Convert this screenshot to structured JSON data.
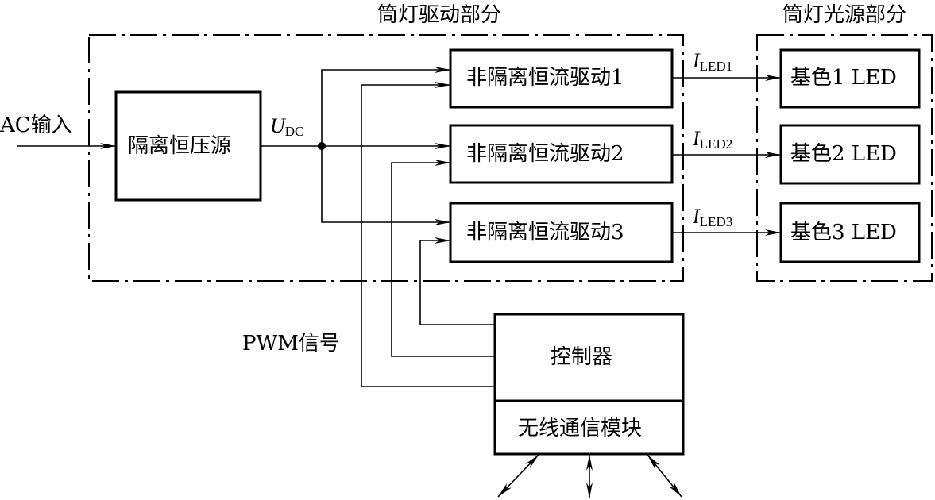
{
  "titles": {
    "driver_section": "筒灯驱动部分",
    "light_section": "筒灯光源部分"
  },
  "labels": {
    "ac_input": "AC输入",
    "udc_main": "U",
    "udc_sub": "DC",
    "pwm": "PWM信号"
  },
  "blocks": {
    "isolated_cv": "隔离恒压源",
    "drivers": [
      "非隔离恒流驱动1",
      "非隔离恒流驱动2",
      "非隔离恒流驱动3"
    ],
    "leds": [
      "基色1 LED",
      "基色2 LED",
      "基色3 LED"
    ],
    "controller": "控制器",
    "wireless": "无线通信模块"
  },
  "currents": [
    {
      "main": "I",
      "sub": "LED1"
    },
    {
      "main": "I",
      "sub": "LED2"
    },
    {
      "main": "I",
      "sub": "LED3"
    }
  ]
}
